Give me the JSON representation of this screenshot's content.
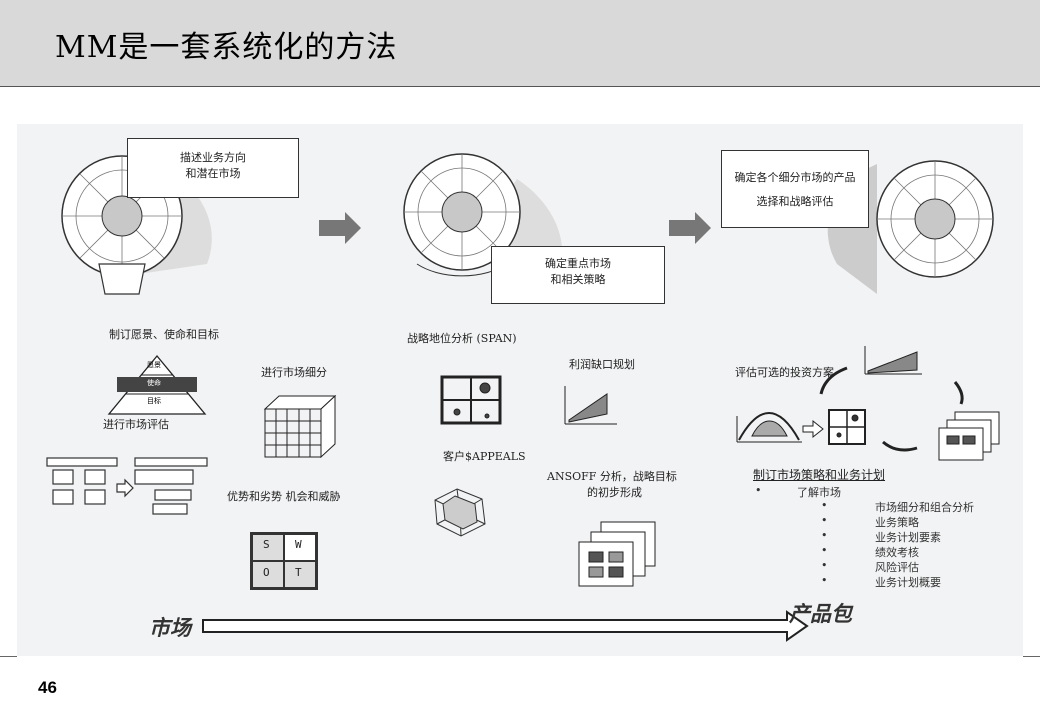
{
  "slide": {
    "title": "MM是一套系统化的方法",
    "page_number": "46"
  },
  "top_row": {
    "box1_line1": "描述业务方向",
    "box1_line2": "和潜在市场",
    "box2_line1": "确定重点市场",
    "box2_line2": "和相关策略",
    "box3_line1": "确定各个细分市场的产品",
    "box3_line2": "选择和战略评估"
  },
  "labels": {
    "vision": "制订愿景、使命和目标",
    "pyramid_top": "愿景",
    "pyramid_mid": "使命",
    "pyramid_bot": "目标",
    "segmentation": "进行市场细分",
    "market_assess": "进行市场评估",
    "swot_caption": "优势和劣势 机会和威胁",
    "swot_s": "S",
    "swot_w": "W",
    "swot_o": "O",
    "swot_t": "T",
    "span": "战略地位分析 (SPAN)",
    "gap": "利润缺口规划",
    "appeals": "客户$APPEALS",
    "ansoff_line1": "ANSOFF 分析，战略目标",
    "ansoff_line2": "的初步形成",
    "invest": "评估可选的投资方案",
    "plan": "制订市场策略和业务计划"
  },
  "plan_items": [
    "了解市场",
    "市场细分和组合分析",
    "业务策略",
    "业务计划要素",
    "绩效考核",
    "风险评估",
    "业务计划概要"
  ],
  "bottom": {
    "left": "市场",
    "right": "产品包"
  }
}
